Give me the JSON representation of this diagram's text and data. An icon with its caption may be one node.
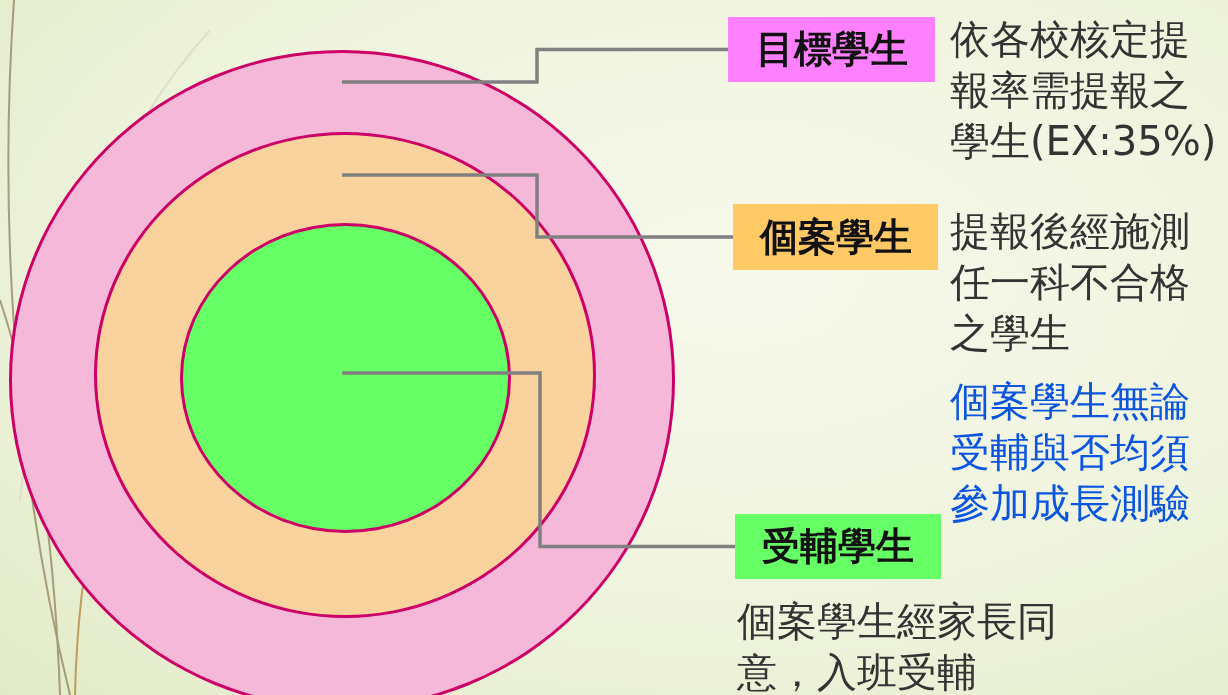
{
  "diagram": {
    "nodes": [
      {
        "text": [],
        "shape": "circle"
      },
      {
        "text": [],
        "shape": "circle",
        "in": 0
      },
      {
        "text": [],
        "shape": "circle",
        "in": 1
      },
      {
        "text": [
          "目標學生"
        ],
        "beside": [
          "依各校核定提報率需提報之學生(EX:35%)"
        ]
      },
      {
        "text": [
          "個案學生"
        ],
        "beside": [
          "提報後經施測任一科不合格之學生"
        ]
      },
      {
        "text": [
          "受輔學生"
        ],
        "beside": [
          "個案學生經家長同意，入班受輔"
        ]
      }
    ],
    "edges": [
      {
        "from": 3,
        "to": 0,
        "arrow": "none",
        "color": "#808080"
      },
      {
        "from": 4,
        "to": 1,
        "arrow": "none",
        "color": "#808080"
      },
      {
        "from": 5,
        "to": 2,
        "arrow": "none",
        "color": "#808080"
      }
    ],
    "labels": [
      "個案學生無論受輔與否均須參加成長測驗"
    ]
  }
}
